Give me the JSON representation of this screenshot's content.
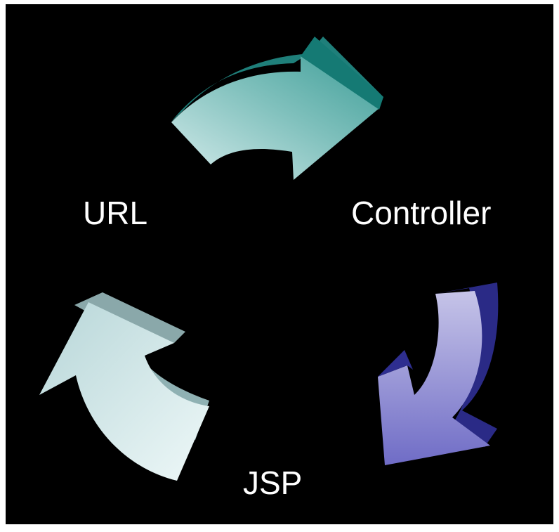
{
  "diagram": {
    "nodes": {
      "url": "URL",
      "controller": "Controller",
      "jsp": "JSP"
    },
    "flow": [
      "URL",
      "Controller",
      "JSP",
      "URL"
    ],
    "colors": {
      "background": "#000000",
      "label": "#ffffff",
      "arrow_url_to_controller": "#2a8f8a",
      "arrow_controller_to_jsp": "#4a4aa8",
      "arrow_jsp_to_url": "#c8e4e6"
    }
  }
}
